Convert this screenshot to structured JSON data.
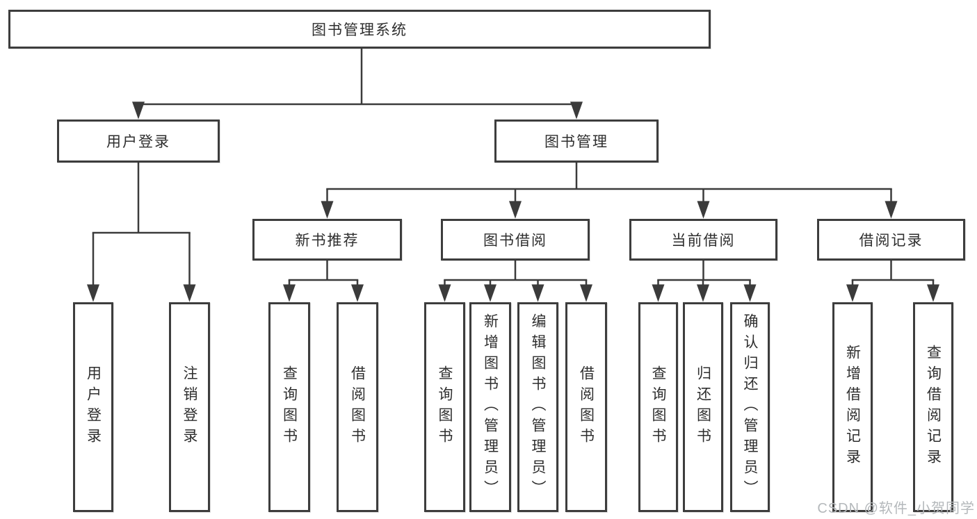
{
  "diagram": {
    "type": "hierarchy-structure-chart",
    "root": {
      "label": "图书管理系统"
    },
    "branches": [
      {
        "label": "用户登录",
        "children": [
          {
            "label": "用户登录"
          },
          {
            "label": "注销登录"
          }
        ]
      },
      {
        "label": "图书管理",
        "children": [
          {
            "label": "新书推荐",
            "children": [
              {
                "label": "查询图书"
              },
              {
                "label": "借阅图书"
              }
            ]
          },
          {
            "label": "图书借阅",
            "children": [
              {
                "label": "查询图书"
              },
              {
                "label": "新增图书（管理员）"
              },
              {
                "label": "编辑图书（管理员）"
              },
              {
                "label": "借阅图书"
              }
            ]
          },
          {
            "label": "当前借阅",
            "children": [
              {
                "label": "查询图书"
              },
              {
                "label": "归还图书"
              },
              {
                "label": "确认归还（管理员）"
              }
            ]
          },
          {
            "label": "借阅记录",
            "children": [
              {
                "label": "新增借阅记录"
              },
              {
                "label": "查询借阅记录"
              }
            ]
          }
        ]
      }
    ]
  },
  "watermark": {
    "text": "CSDN @软件_小贺同学"
  },
  "colors": {
    "line": "#3b3b3b",
    "box_border": "#3d3d3d",
    "text": "#2e2e2e",
    "background": "#ffffff",
    "watermark": "#b4b8bb"
  }
}
